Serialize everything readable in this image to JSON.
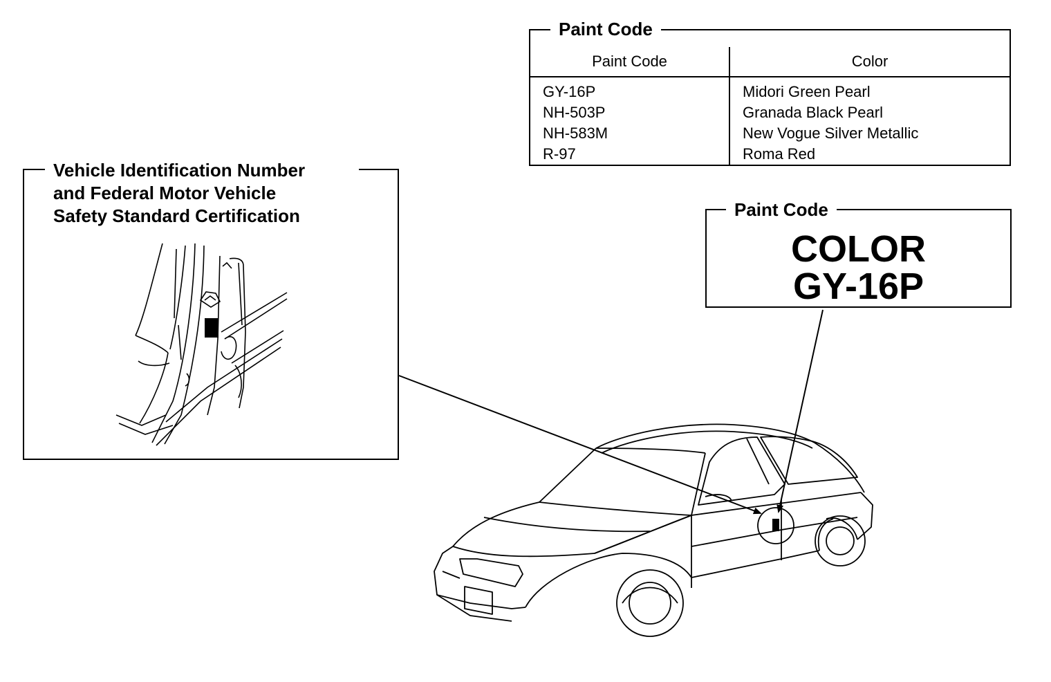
{
  "paint_code_table": {
    "title": "Paint Code",
    "headers": {
      "code": "Paint Code",
      "color": "Color"
    },
    "rows": [
      {
        "code": "GY-16P",
        "color": "Midori Green Pearl"
      },
      {
        "code": "NH-503P",
        "color": "Granada Black Pearl"
      },
      {
        "code": "NH-583M",
        "color": "New Vogue Silver Metallic"
      },
      {
        "code": "R-97",
        "color": "Roma Red"
      }
    ]
  },
  "vin_callout": {
    "title_line1": "Vehicle Identification Number",
    "title_line2": "and Federal Motor Vehicle",
    "title_line3": "Safety Standard Certification"
  },
  "paint_label": {
    "title": "Paint Code",
    "line1": "COLOR",
    "line2": "GY-16P"
  }
}
